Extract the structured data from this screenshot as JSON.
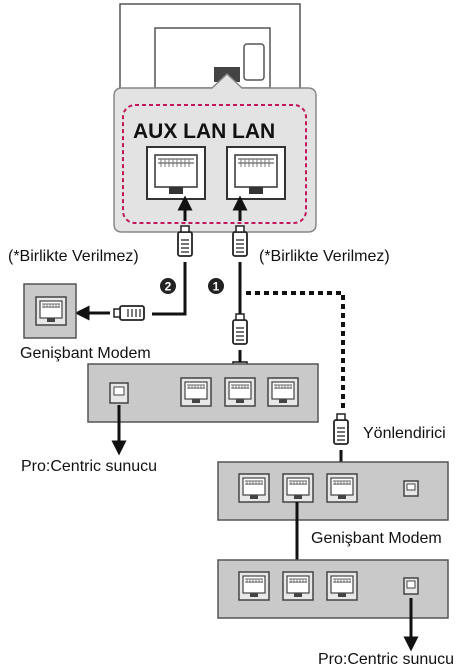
{
  "ports": {
    "aux_lan": "AUX LAN",
    "lan": "LAN"
  },
  "labels": {
    "not_supplied_left": "(*Birlikte Verilmez)",
    "not_supplied_right": "(*Birlikte Verilmez)",
    "broadband_modem_1": "Genişbant Modem",
    "router": "Yönlendirici",
    "pro_centric_server_1": "Pro:Centric sunucu",
    "broadband_modem_2": "Genişbant Modem",
    "pro_centric_server_2": "Pro:Centric sunucu"
  },
  "badges": {
    "one": "1",
    "two": "2"
  },
  "colors": {
    "device_fill": "#c9c9c9",
    "device_stroke": "#555555",
    "tv_panel_fill": "#e3e3e3",
    "dashed_outline": "#c2185b",
    "cable": "#111111",
    "badge_fill": "#222222"
  }
}
